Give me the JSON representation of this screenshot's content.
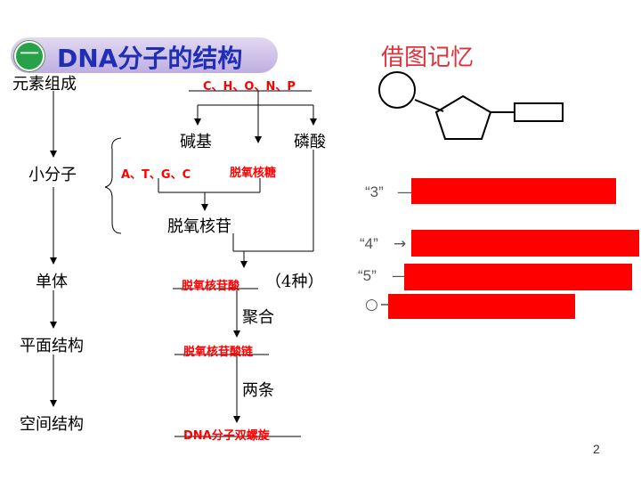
{
  "header": {
    "number": "一",
    "title": "DNA分子的结构",
    "aside": "借图记忆"
  },
  "levels": [
    "元素组成",
    "小分子",
    "单体",
    "平面结构",
    "空间结构"
  ],
  "elements": "C、H、O、N、P",
  "base_label": "碱基",
  "phosphate_label": "磷酸",
  "bases": "A、T、G、C",
  "sugar": "脱氧核糖",
  "nucleoside": "脱氧核苷",
  "monomer": "脱氧核苷酸",
  "monomer_count": "（4种）",
  "polymerize": "聚合",
  "chain": "脱氧核苷酸链",
  "two_chains": "两条",
  "double_helix": "DNA分子双螺旋",
  "memory_labels": [
    "“3”",
    "“4”",
    "“5”"
  ],
  "arrows": [
    "—",
    "→",
    "—"
  ],
  "circle_label": "○",
  "page_number": "2",
  "colors": {
    "answer_red": "#ff0000",
    "title_blue": "#1f2fb5",
    "badge_green": "#27a24a"
  }
}
